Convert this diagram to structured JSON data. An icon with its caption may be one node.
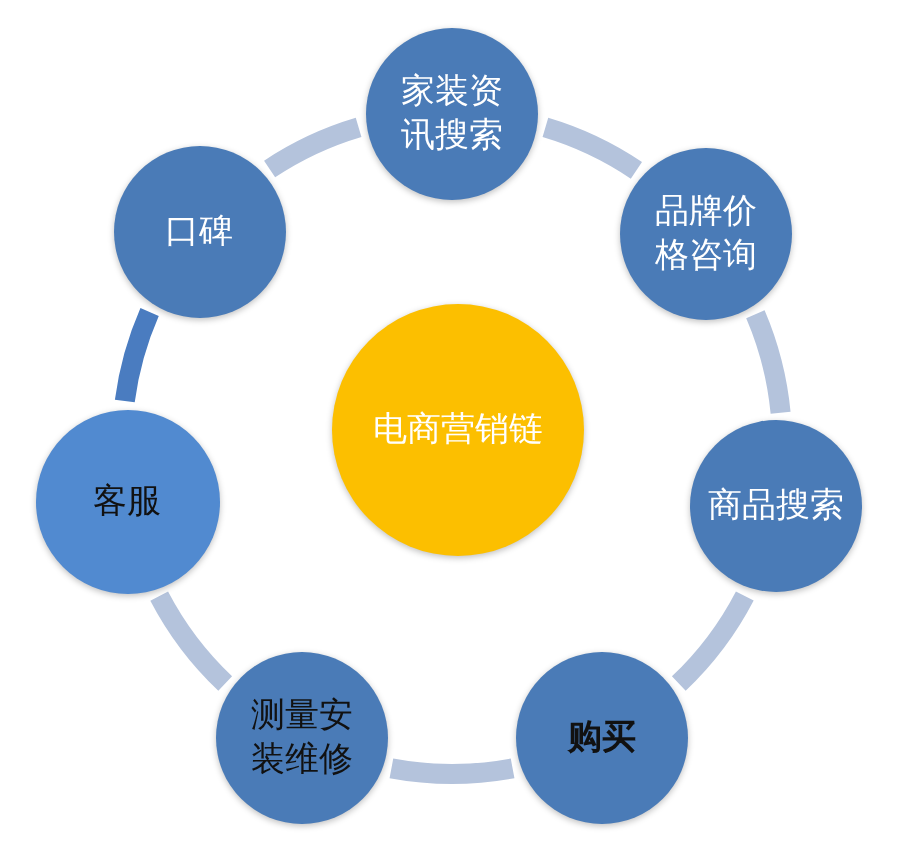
{
  "diagram": {
    "nodes": [
      {
        "text": [
          "家装资讯搜索"
        ]
      },
      {
        "text": [
          "品牌价格咨询"
        ]
      },
      {
        "text": [
          "商品搜索"
        ]
      },
      {
        "text": [
          "购买"
        ]
      },
      {
        "text": [
          "测量安装维修"
        ]
      },
      {
        "text": [
          "客服"
        ]
      },
      {
        "text": [
          "口碑"
        ]
      },
      {
        "text": [
          "电商营销链"
        ]
      }
    ],
    "edges": [
      {
        "from": 0,
        "to": 1,
        "arrow": "none"
      },
      {
        "from": 1,
        "to": 2,
        "arrow": "none"
      },
      {
        "from": 2,
        "to": 3,
        "arrow": "none"
      },
      {
        "from": 3,
        "to": 4,
        "arrow": "none"
      },
      {
        "from": 4,
        "to": 5,
        "arrow": "none"
      },
      {
        "from": 5,
        "to": 6,
        "arrow": "none",
        "color": "#4a7cc0"
      },
      {
        "from": 6,
        "to": 0,
        "arrow": "none"
      }
    ]
  }
}
